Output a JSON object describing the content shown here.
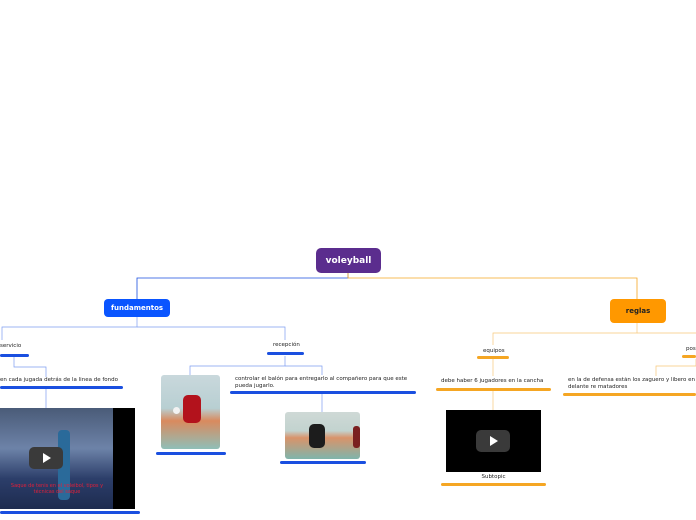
{
  "root": {
    "title": "voleyball"
  },
  "branches": {
    "fundamentos": {
      "label": "fundamentos",
      "servicio": {
        "label": "servicio",
        "text": "en cada jugada detrás de la linea de fondo",
        "video_caption": "Saque de tenis en el voleibol, tipos y técnicas del saque"
      },
      "recepcion": {
        "label": "recepción",
        "text": "controlar el balón para entregarlo al compañero para que este pueda jugarlo."
      }
    },
    "reglas": {
      "label": "reglas",
      "equipos": {
        "label": "equipos",
        "text": "debe haber  6 jugadores en la cancha",
        "subtopic": "Subtopic"
      },
      "posiciones": {
        "label": "pos",
        "text": "en la de defensa están los zaguero y libero en la delante re matadores"
      }
    }
  },
  "colors": {
    "root": "#5b2d8e",
    "blue": "#0a55ff",
    "orange": "#ff9800"
  },
  "icons": {
    "play": "play-icon"
  }
}
